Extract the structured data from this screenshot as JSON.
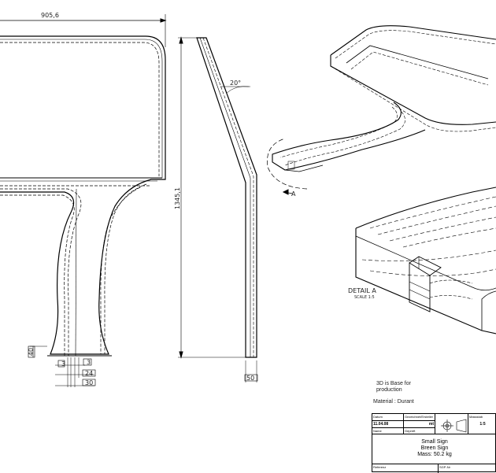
{
  "dimensions": {
    "width_top": "905,6",
    "height_side": "1345,1",
    "angle": "20°",
    "foot_40": "40",
    "d3_left": "3",
    "d3_right": "3",
    "d24": "24",
    "d30": "30",
    "d50": "50"
  },
  "section_marker": "A",
  "detail": {
    "label": "DETAIL A",
    "scale": "SCALE 1:5"
  },
  "notes": {
    "line1": "3D is Base for",
    "line2": "production",
    "material": "Material : Durant"
  },
  "title_block": {
    "head_date": "Datum",
    "date_value": "11.04.08",
    "head_drawn": "Gezeichnet/Ersteller",
    "drawn_value": "mt",
    "head_checked": "Geprüft",
    "head_scale": "Massstab",
    "scale_value": "1:5",
    "head_name": "Name",
    "title_line1": "Small Sign",
    "title_line2": "Breen Sign",
    "title_line3": "Mass: 50.2 kg",
    "head_ref": "Referenz",
    "head_file": "SGP-Nr"
  }
}
